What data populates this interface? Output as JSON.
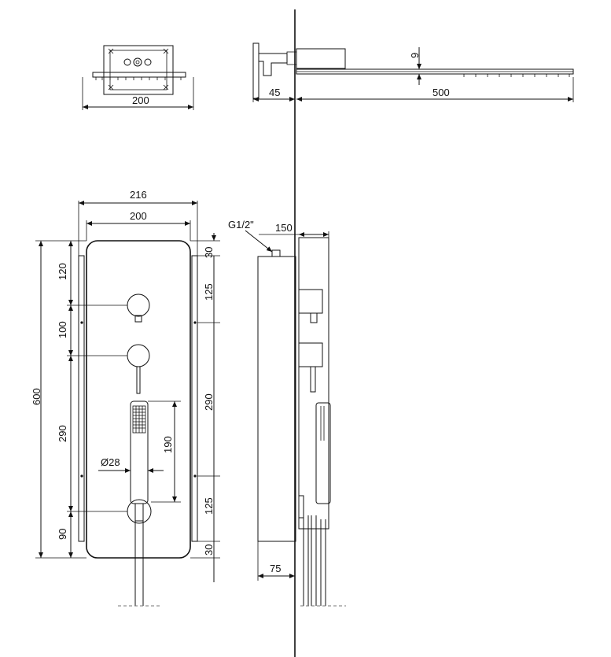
{
  "dimensions": {
    "top_width": "200",
    "side_depth": "45",
    "side_length": "500",
    "side_thickness": "9",
    "panel_outer_width": "216",
    "panel_inner_width": "200",
    "pipe_thread": "G1/2\"",
    "side_depth_total": "150",
    "panel_height": "600",
    "left_120": "120",
    "left_100": "100",
    "left_290": "290",
    "left_90": "90",
    "right_30_top": "30",
    "right_125_top": "125",
    "right_290": "290",
    "right_125_bottom": "125",
    "right_30_bottom": "30",
    "handshower_190": "190",
    "handshower_dia": "Ø28",
    "bottom_75": "75"
  }
}
